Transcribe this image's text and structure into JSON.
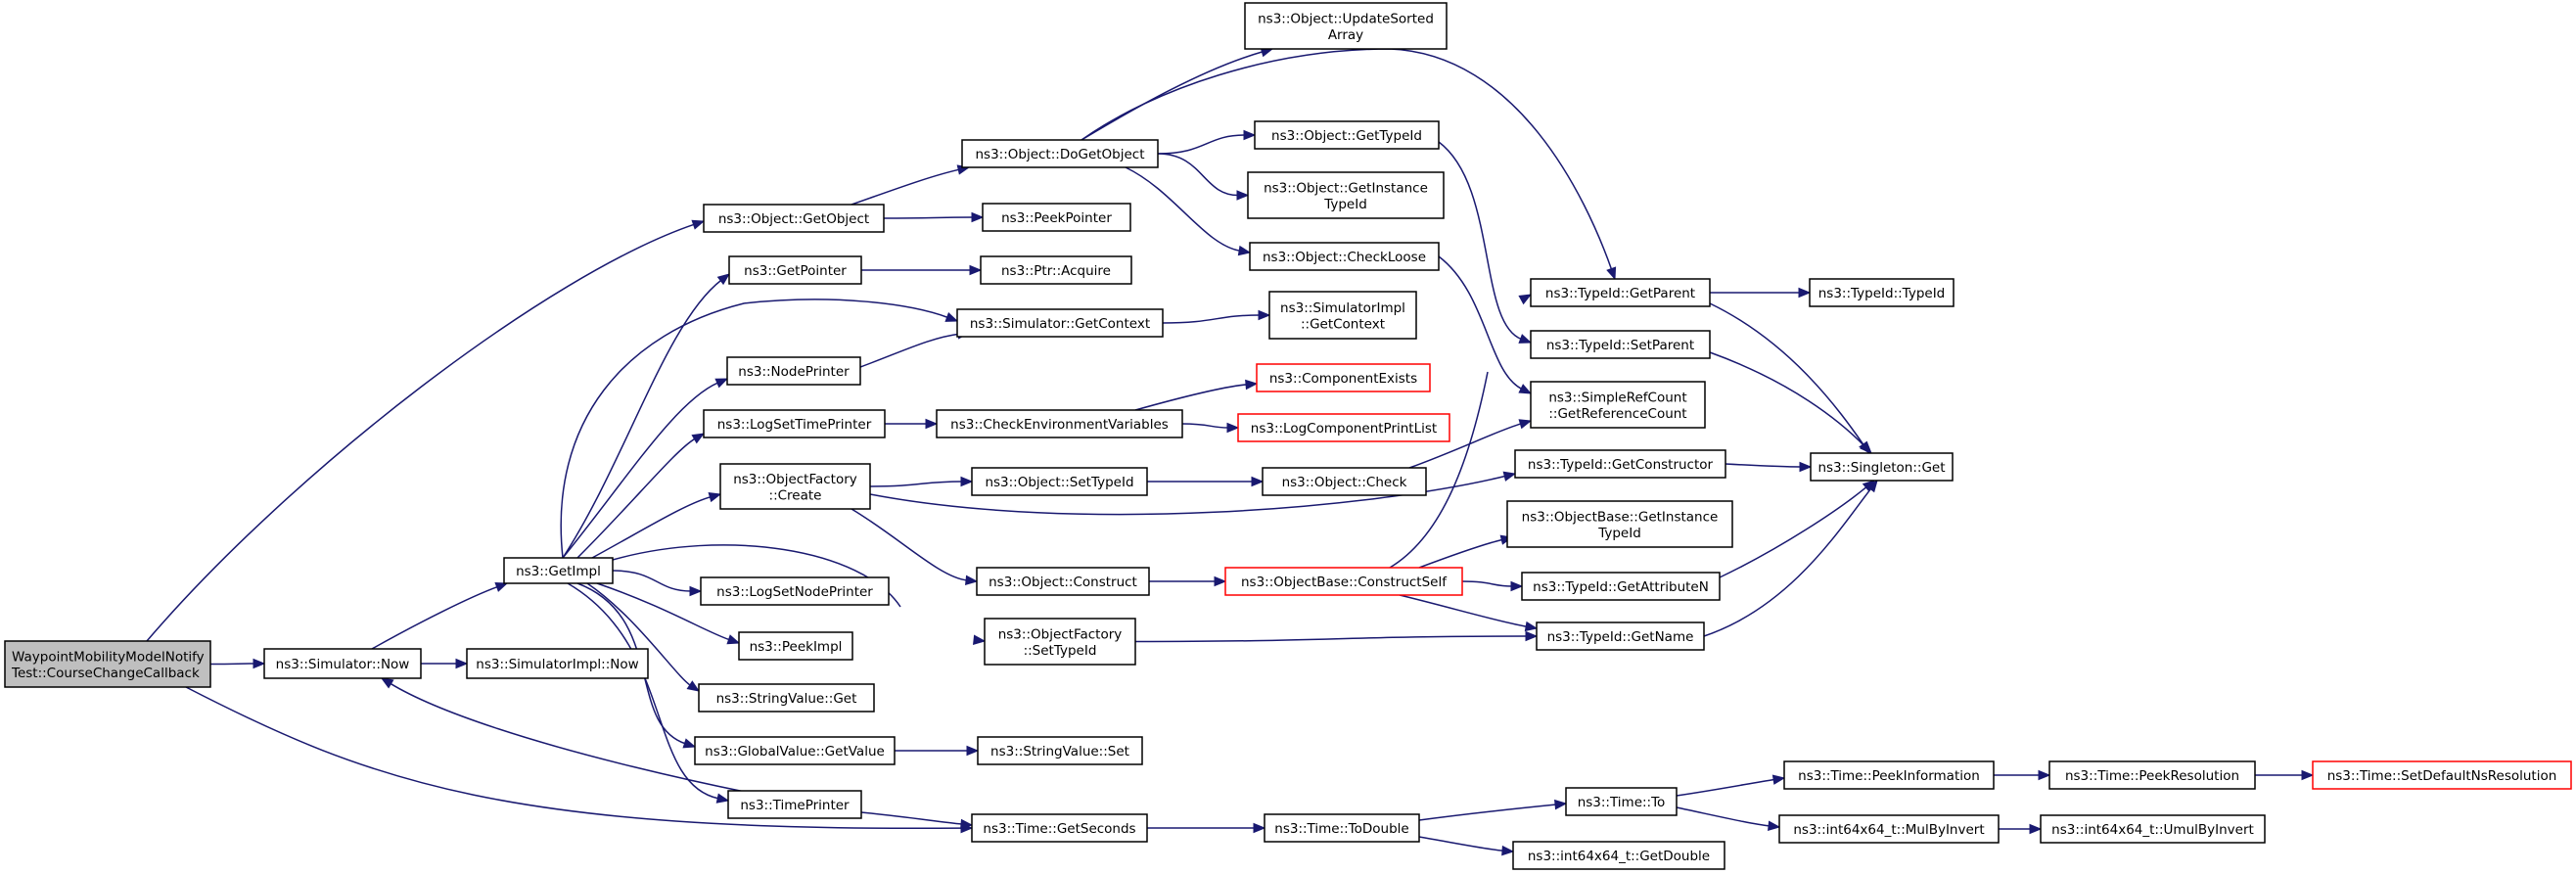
{
  "colors": {
    "edge": "#191970",
    "root_fill": "#bfbfbf",
    "node_fill": "#ffffff",
    "node_border": "#000000",
    "truncated_border": "#ff0000"
  },
  "nodes": [
    {
      "id": "root",
      "lines": [
        "WaypointMobilityModelNotify",
        "Test::CourseChangeCallback"
      ],
      "kind": "root"
    },
    {
      "id": "simnow",
      "lines": [
        "ns3::Simulator::Now"
      ]
    },
    {
      "id": "simimplnow",
      "lines": [
        "ns3::SimulatorImpl::Now"
      ]
    },
    {
      "id": "getimpl",
      "lines": [
        "ns3::GetImpl"
      ]
    },
    {
      "id": "getobject",
      "lines": [
        "ns3::Object::GetObject"
      ]
    },
    {
      "id": "dogetobject",
      "lines": [
        "ns3::Object::DoGetObject"
      ]
    },
    {
      "id": "updatesorted",
      "lines": [
        "ns3::Object::UpdateSorted",
        "Array"
      ]
    },
    {
      "id": "gettypeid",
      "lines": [
        "ns3::Object::GetTypeId"
      ]
    },
    {
      "id": "getinstancetypeid",
      "lines": [
        "ns3::Object::GetInstance",
        "TypeId"
      ]
    },
    {
      "id": "checkloose",
      "lines": [
        "ns3::Object::CheckLoose"
      ]
    },
    {
      "id": "peekpointer",
      "lines": [
        "ns3::PeekPointer"
      ]
    },
    {
      "id": "getpointer",
      "lines": [
        "ns3::GetPointer"
      ]
    },
    {
      "id": "ptracquire",
      "lines": [
        "ns3::Ptr::Acquire"
      ]
    },
    {
      "id": "simgetcontext",
      "lines": [
        "ns3::Simulator::GetContext"
      ]
    },
    {
      "id": "simimplgetcontext",
      "lines": [
        "ns3::SimulatorImpl",
        "::GetContext"
      ]
    },
    {
      "id": "nodeprinter",
      "lines": [
        "ns3::NodePrinter"
      ]
    },
    {
      "id": "componentexists",
      "lines": [
        "ns3::ComponentExists"
      ],
      "kind": "red"
    },
    {
      "id": "logsettimeprinter",
      "lines": [
        "ns3::LogSetTimePrinter"
      ]
    },
    {
      "id": "checkenv",
      "lines": [
        "ns3::CheckEnvironmentVariables"
      ]
    },
    {
      "id": "logcomplist",
      "lines": [
        "ns3::LogComponentPrintList"
      ],
      "kind": "red"
    },
    {
      "id": "ofcreate",
      "lines": [
        "ns3::ObjectFactory",
        "::Create"
      ]
    },
    {
      "id": "objsettypeid",
      "lines": [
        "ns3::Object::SetTypeId"
      ]
    },
    {
      "id": "objcheck",
      "lines": [
        "ns3::Object::Check"
      ]
    },
    {
      "id": "objconstruct",
      "lines": [
        "ns3::Object::Construct"
      ]
    },
    {
      "id": "constructself",
      "lines": [
        "ns3::ObjectBase::ConstructSelf"
      ],
      "kind": "red"
    },
    {
      "id": "oftypeid",
      "lines": [
        "ns3::ObjectFactory",
        "::SetTypeId"
      ]
    },
    {
      "id": "logsetnodeprinter",
      "lines": [
        "ns3::LogSetNodePrinter"
      ]
    },
    {
      "id": "peekimpl",
      "lines": [
        "ns3::PeekImpl"
      ]
    },
    {
      "id": "strvalget",
      "lines": [
        "ns3::StringValue::Get"
      ]
    },
    {
      "id": "gvgetvalue",
      "lines": [
        "ns3::GlobalValue::GetValue"
      ]
    },
    {
      "id": "strvalset",
      "lines": [
        "ns3::StringValue::Set"
      ]
    },
    {
      "id": "timeprinter",
      "lines": [
        "ns3::TimePrinter"
      ]
    },
    {
      "id": "getseconds",
      "lines": [
        "ns3::Time::GetSeconds"
      ]
    },
    {
      "id": "todouble",
      "lines": [
        "ns3::Time::ToDouble"
      ]
    },
    {
      "id": "timeto",
      "lines": [
        "ns3::Time::To"
      ]
    },
    {
      "id": "i64getdouble",
      "lines": [
        "ns3::int64x64_t::GetDouble"
      ]
    },
    {
      "id": "peekinfo",
      "lines": [
        "ns3::Time::PeekInformation"
      ]
    },
    {
      "id": "peekres",
      "lines": [
        "ns3::Time::PeekResolution"
      ]
    },
    {
      "id": "setdefns",
      "lines": [
        "ns3::Time::SetDefaultNsResolution"
      ],
      "kind": "red"
    },
    {
      "id": "mulbyinvert",
      "lines": [
        "ns3::int64x64_t::MulByInvert"
      ]
    },
    {
      "id": "umulbyinvert",
      "lines": [
        "ns3::int64x64_t::UmulByInvert"
      ]
    },
    {
      "id": "tidgetparent",
      "lines": [
        "ns3::TypeId::GetParent"
      ]
    },
    {
      "id": "tidtypeid",
      "lines": [
        "ns3::TypeId::TypeId"
      ]
    },
    {
      "id": "tidsetparent",
      "lines": [
        "ns3::TypeId::SetParent"
      ]
    },
    {
      "id": "getrefcount",
      "lines": [
        "ns3::SimpleRefCount",
        "::GetReferenceCount"
      ]
    },
    {
      "id": "tidgetconstructor",
      "lines": [
        "ns3::TypeId::GetConstructor"
      ]
    },
    {
      "id": "singletonget",
      "lines": [
        "ns3::Singleton::Get"
      ]
    },
    {
      "id": "obgetinstancetypeid",
      "lines": [
        "ns3::ObjectBase::GetInstance",
        "TypeId"
      ]
    },
    {
      "id": "tidgetattrn",
      "lines": [
        "ns3::TypeId::GetAttributeN"
      ]
    },
    {
      "id": "tidgetname",
      "lines": [
        "ns3::TypeId::GetName"
      ]
    }
  ],
  "edges": [
    [
      "root",
      "simnow"
    ],
    [
      "root",
      "getobject"
    ],
    [
      "root",
      "getseconds"
    ],
    [
      "simnow",
      "simimplnow"
    ],
    [
      "simnow",
      "getimpl"
    ],
    [
      "getobject",
      "dogetobject"
    ],
    [
      "getobject",
      "peekpointer"
    ],
    [
      "dogetobject",
      "updatesorted"
    ],
    [
      "dogetobject",
      "gettypeid"
    ],
    [
      "dogetobject",
      "getinstancetypeid"
    ],
    [
      "dogetobject",
      "checkloose"
    ],
    [
      "dogetobject",
      "tidgetparent"
    ],
    [
      "gettypeid",
      "tidsetparent"
    ],
    [
      "checkloose",
      "getrefcount"
    ],
    [
      "getimpl",
      "getpointer"
    ],
    [
      "getimpl",
      "simgetcontext"
    ],
    [
      "getimpl",
      "nodeprinter"
    ],
    [
      "getimpl",
      "logsettimeprinter"
    ],
    [
      "getimpl",
      "ofcreate"
    ],
    [
      "getimpl",
      "logsetnodeprinter"
    ],
    [
      "getimpl",
      "peekimpl"
    ],
    [
      "getimpl",
      "strvalget"
    ],
    [
      "getimpl",
      "gvgetvalue"
    ],
    [
      "getimpl",
      "timeprinter"
    ],
    [
      "getimpl",
      "oftypeid"
    ],
    [
      "getpointer",
      "ptracquire"
    ],
    [
      "simgetcontext",
      "simimplgetcontext"
    ],
    [
      "nodeprinter",
      "simgetcontext"
    ],
    [
      "logsettimeprinter",
      "checkenv"
    ],
    [
      "checkenv",
      "componentexists"
    ],
    [
      "checkenv",
      "logcomplist"
    ],
    [
      "ofcreate",
      "objsettypeid"
    ],
    [
      "ofcreate",
      "objconstruct"
    ],
    [
      "ofcreate",
      "tidgetconstructor"
    ],
    [
      "objsettypeid",
      "objcheck"
    ],
    [
      "objcheck",
      "getrefcount"
    ],
    [
      "objconstruct",
      "constructself"
    ],
    [
      "constructself",
      "tidgetparent"
    ],
    [
      "constructself",
      "obgetinstancetypeid"
    ],
    [
      "constructself",
      "tidgetattrn"
    ],
    [
      "constructself",
      "tidgetname"
    ],
    [
      "oftypeid",
      "tidgetname"
    ],
    [
      "gvgetvalue",
      "strvalset"
    ],
    [
      "timeprinter",
      "simnow"
    ],
    [
      "timeprinter",
      "getseconds"
    ],
    [
      "getseconds",
      "todouble"
    ],
    [
      "todouble",
      "timeto"
    ],
    [
      "todouble",
      "i64getdouble"
    ],
    [
      "timeto",
      "peekinfo"
    ],
    [
      "timeto",
      "mulbyinvert"
    ],
    [
      "peekinfo",
      "peekres"
    ],
    [
      "peekres",
      "setdefns"
    ],
    [
      "mulbyinvert",
      "umulbyinvert"
    ],
    [
      "tidgetparent",
      "tidtypeid"
    ],
    [
      "tidgetparent",
      "singletonget"
    ],
    [
      "tidsetparent",
      "singletonget"
    ],
    [
      "tidgetconstructor",
      "singletonget"
    ],
    [
      "tidgetattrn",
      "singletonget"
    ],
    [
      "tidgetname",
      "singletonget"
    ]
  ]
}
